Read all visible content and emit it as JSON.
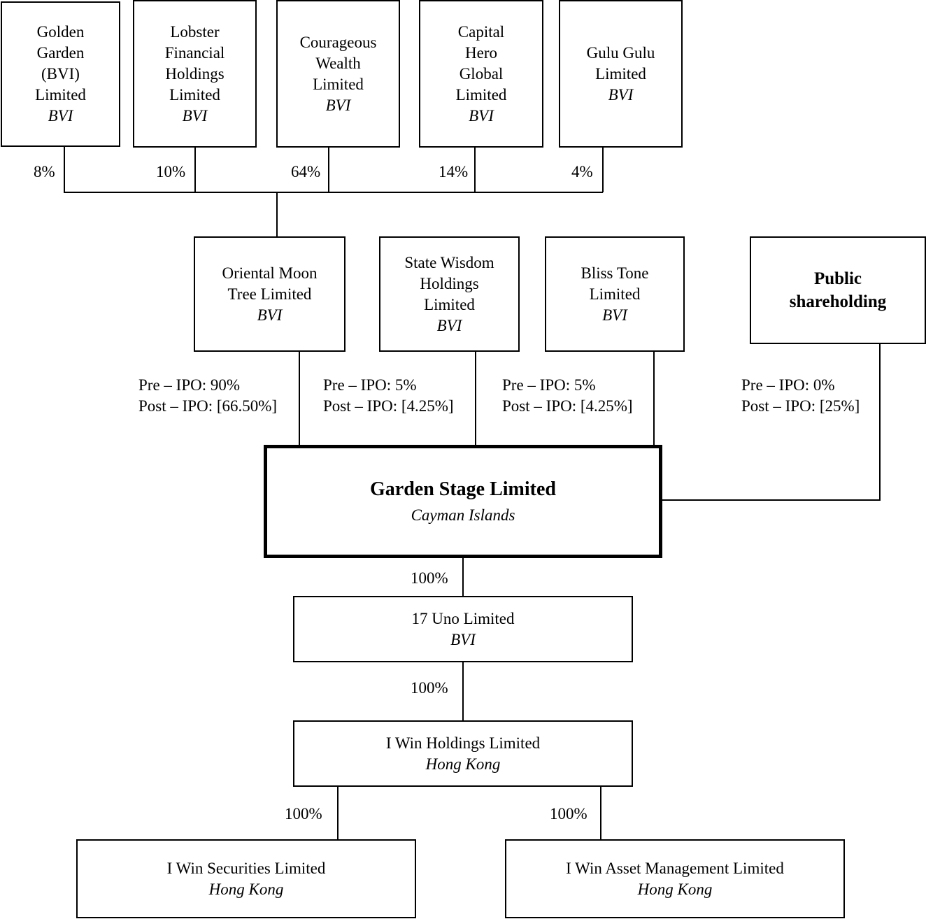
{
  "shareholders": [
    {
      "name": "Golden\nGarden\n(BVI)\nLimited",
      "jurisdiction": "BVI",
      "pct": "8%"
    },
    {
      "name": "Lobster\nFinancial\nHoldings\nLimited",
      "jurisdiction": "BVI",
      "pct": "10%"
    },
    {
      "name": "Courageous\nWealth\nLimited",
      "jurisdiction": "BVI",
      "pct": "64%"
    },
    {
      "name": "Capital\nHero\nGlobal\nLimited",
      "jurisdiction": "BVI",
      "pct": "14%"
    },
    {
      "name": "Gulu Gulu\nLimited",
      "jurisdiction": "BVI",
      "pct": "4%"
    }
  ],
  "holders": [
    {
      "name": "Oriental Moon\nTree Limited",
      "jurisdiction": "BVI",
      "stake": "Pre – IPO: 90%\nPost – IPO: [66.50%]"
    },
    {
      "name": "State Wisdom\nHoldings\nLimited",
      "jurisdiction": "BVI",
      "stake": "Pre – IPO: 5%\nPost – IPO: [4.25%]"
    },
    {
      "name": "Bliss Tone\nLimited",
      "jurisdiction": "BVI",
      "stake": "Pre – IPO: 5%\nPost – IPO: [4.25%]"
    },
    {
      "name": "Public\nshareholding",
      "jurisdiction": "",
      "stake": "Pre – IPO: 0%\nPost – IPO: [25%]"
    }
  ],
  "company": {
    "name": "Garden Stage Limited",
    "jurisdiction": "Cayman Islands"
  },
  "subsidiaries": [
    {
      "name": "17 Uno Limited",
      "jurisdiction": "BVI",
      "pct": "100%"
    },
    {
      "name": "I Win Holdings Limited",
      "jurisdiction": "Hong Kong",
      "pct": "100%"
    },
    {
      "name": "I Win Securities Limited",
      "jurisdiction": "Hong Kong",
      "pct": "100%"
    },
    {
      "name": "I Win Asset Management Limited",
      "jurisdiction": "Hong Kong",
      "pct": "100%"
    }
  ]
}
